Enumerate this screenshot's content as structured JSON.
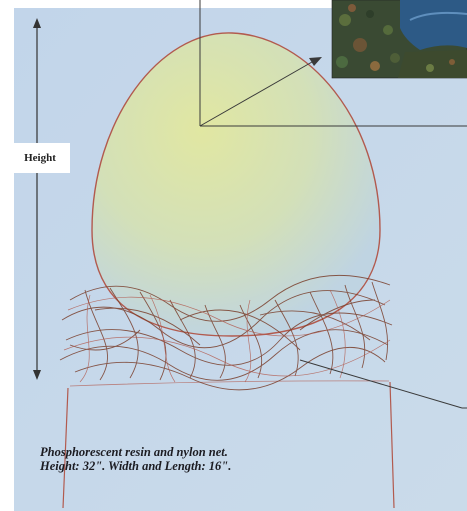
{
  "figure": {
    "height_label": "Height",
    "caption_line_1": "Phosphorescent resin and nylon net.",
    "caption_line_2": "Height: 32\".  Width and Length: 16\"."
  },
  "colors": {
    "paper_blue": "#c6d7ea",
    "egg_fill": "#d3e0b8",
    "egg_yellow": "#e1e7a2",
    "sketch_red": "#b25a4e",
    "nest_brown": "#7a3f2c",
    "arrow_line": "#3a3a3a",
    "photo_inset": "#3a4a33"
  }
}
